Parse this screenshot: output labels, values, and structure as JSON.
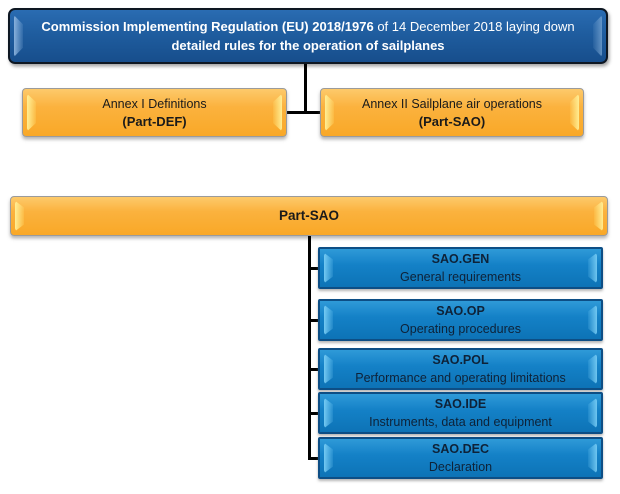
{
  "colors": {
    "regulation_box": "#1f5d9f",
    "annex_box": "#fbb23e",
    "section_box": "#1481c7",
    "connector": "#000000",
    "regulation_text": "#ffffff",
    "box_text": "#1a1a1a"
  },
  "regulation": {
    "title_bold": "Commission Implementing Regulation (EU) 2018/1976",
    "title_regular": " of 14 December 2018 laying down",
    "title_line2": "detailed rules for the operation of sailplanes"
  },
  "annexes": [
    {
      "name": "Annex I Definitions",
      "part": "(Part-DEF)"
    },
    {
      "name": "Annex II Sailplane air operations",
      "part": "(Part-SAO)"
    }
  ],
  "part_sao": {
    "label": "Part-SAO"
  },
  "sections": [
    {
      "code": "SAO.GEN",
      "description": "General requirements"
    },
    {
      "code": "SAO.OP",
      "description": "Operating procedures"
    },
    {
      "code": "SAO.POL",
      "description": "Performance and operating limitations"
    },
    {
      "code": "SAO.IDE",
      "description": "Instruments, data and equipment"
    },
    {
      "code": "SAO.DEC",
      "description": "Declaration"
    }
  ]
}
